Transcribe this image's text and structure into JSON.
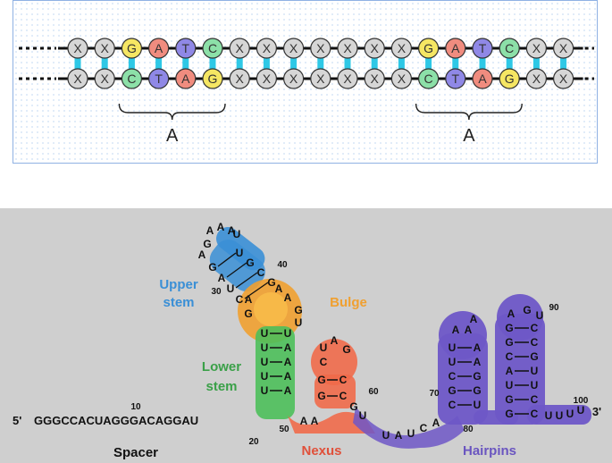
{
  "dna": {
    "top_strand": [
      "X",
      "X",
      "G",
      "A",
      "T",
      "C",
      "X",
      "X",
      "X",
      "X",
      "X",
      "X",
      "X",
      "G",
      "A",
      "T",
      "C",
      "X",
      "X"
    ],
    "bottom_strand": [
      "X",
      "X",
      "C",
      "T",
      "A",
      "G",
      "X",
      "X",
      "X",
      "X",
      "X",
      "X",
      "X",
      "C",
      "T",
      "A",
      "G",
      "X",
      "X"
    ],
    "site_label_left": "A",
    "site_label_right": "A",
    "colors": {
      "G": "#f5e663",
      "A": "#f08c7f",
      "T": "#8f88e6",
      "C": "#8ce0a8",
      "X": "#d6d6d6",
      "pair": "#2ec8e6"
    }
  },
  "sgrna": {
    "five_prime": "5'",
    "three_prime": "3'",
    "spacer_seq": "GGGCCACUAGGGACAGGAU",
    "spacer_label": "Spacer",
    "regions": {
      "upper_stem": [
        "Upper",
        "stem"
      ],
      "lower_stem": [
        "Lower",
        "stem"
      ],
      "bulge": "Bulge",
      "nexus": "Nexus",
      "hairpins": "Hairpins"
    },
    "numbers": [
      "10",
      "20",
      "30",
      "40",
      "50",
      "60",
      "70",
      "80",
      "90",
      "100"
    ],
    "region_colors": {
      "upper": "#3a8fd6",
      "bulge": "#f0a030",
      "lower": "#4cbf5a",
      "nexus": "#f06a4a",
      "hairpin": "#6e57c7"
    },
    "nucleotides": {
      "upper_stem_top": [
        "A",
        "A",
        "G",
        "U",
        "A",
        "A",
        "U",
        "G",
        "C",
        "G",
        "A"
      ],
      "upper_stem_left": [
        "G",
        "A",
        "U",
        "C"
      ],
      "upper_stem_right": [
        "U",
        "G",
        "C",
        "G"
      ],
      "bulge": [
        "A",
        "A",
        "G",
        "A",
        "G",
        "U"
      ],
      "lower_stem_left": [
        "U",
        "U",
        "U",
        "U",
        "U"
      ],
      "lower_stem_right": [
        "U",
        "A",
        "A",
        "A",
        "A"
      ],
      "nexus_loop": [
        "U",
        "A",
        "G",
        "C",
        "G",
        "U",
        "C",
        "G",
        "C"
      ],
      "linker": [
        "A",
        "A",
        "U",
        "A",
        "U",
        "C",
        "A"
      ],
      "hairpin1": [
        "A",
        "A",
        "A",
        "U",
        "G",
        "U",
        "C",
        "G",
        "A",
        "A",
        "G",
        "G",
        "C",
        "U",
        "A",
        "C",
        "U"
      ],
      "hairpin2": [
        "A",
        "G",
        "U",
        "G",
        "C",
        "G",
        "C",
        "C",
        "G",
        "A",
        "U",
        "U",
        "G",
        "C",
        "G",
        "G",
        "U",
        "U",
        "U",
        "U",
        "U"
      ]
    }
  }
}
